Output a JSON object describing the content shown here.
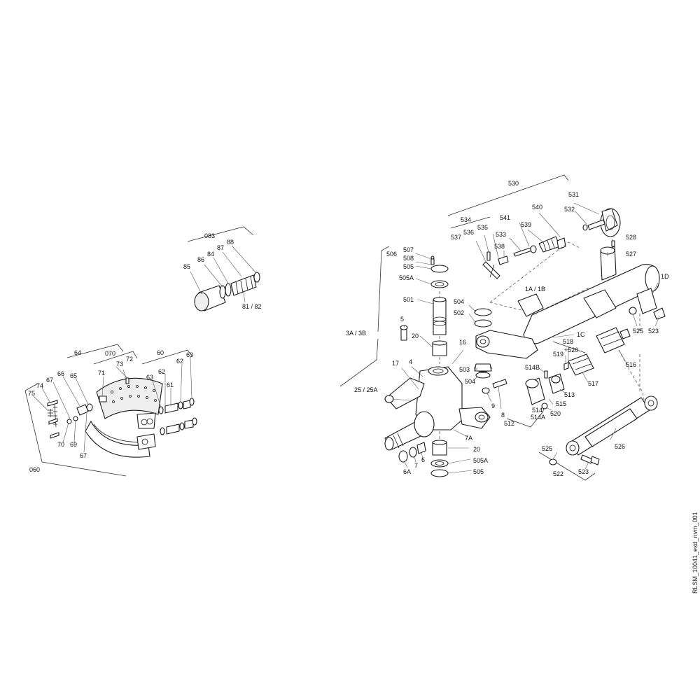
{
  "reference_code": "RLSM_10041_exd_nvm_001",
  "callouts": {
    "c083": "083",
    "c88": "88",
    "c87": "87",
    "c84": "84",
    "c86": "86",
    "c85": "85",
    "c81_82": "81 / 82",
    "c64": "64",
    "c070": "070",
    "c60": "60",
    "c63a": "63",
    "c72": "72",
    "c73": "73",
    "c71": "71",
    "c63b": "63",
    "c62a": "62",
    "c62b": "62",
    "c61": "61",
    "c66": "66",
    "c65": "65",
    "c67a": "67",
    "c74": "74",
    "c75": "75",
    "c70": "70",
    "c69": "69",
    "c67b": "67",
    "c060": "060",
    "c530": "530",
    "c534": "534",
    "c541": "541",
    "c540": "540",
    "c531": "531",
    "c532": "532",
    "c535": "535",
    "c536": "536",
    "c537": "537",
    "c533": "533",
    "c539": "539",
    "c538": "538",
    "c528": "528",
    "c527": "527",
    "c506": "506",
    "c507": "507",
    "c508": "508",
    "c505a": "505",
    "c505A_a": "505A",
    "c501": "501",
    "c504a": "504",
    "c502": "502",
    "c1A1B": "1A / 1B",
    "c1D": "1D",
    "c525a": "525",
    "c523a": "523",
    "c1C": "1C",
    "c518": "518",
    "c519": "519",
    "c520a": "+520",
    "c5": "5",
    "c3A3B": "3A / 3B",
    "c20a": "20",
    "c16": "16",
    "c503": "503",
    "c504b": "504",
    "c17": "17",
    "c4": "4",
    "c514B": "514B",
    "c517": "517",
    "c516": "516",
    "c25": "25 / 25A",
    "c8": "8",
    "c9": "9",
    "c513": "513",
    "c515": "515",
    "c514": "514/",
    "c514A": "514A",
    "c520b": "520",
    "c512": "512",
    "c7A": "7A",
    "c20b": "20",
    "c526": "526",
    "c525b": "525",
    "c6": "6",
    "c7": "7",
    "c505A_b": "505A",
    "c6A": "6A",
    "c505b": "505",
    "c523b": "523",
    "c522": "522"
  }
}
